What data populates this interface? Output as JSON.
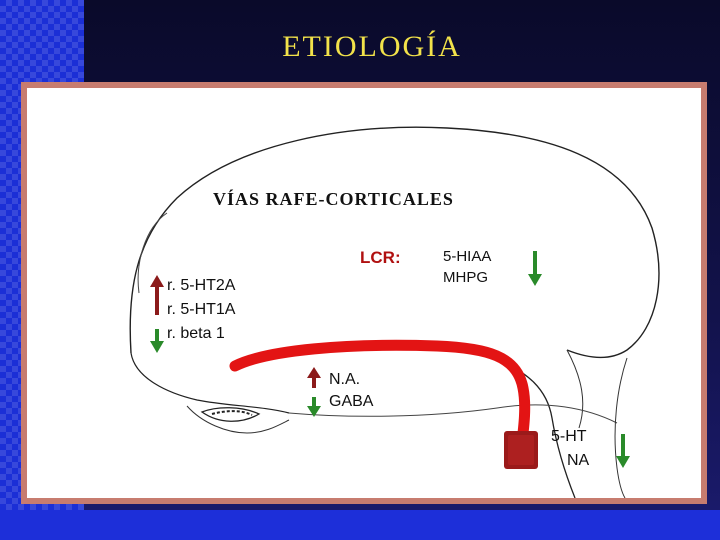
{
  "slide": {
    "title": "ETIOLOGÍA"
  },
  "figure": {
    "heading": "VÍAS RAFE-CORTICALES",
    "lcr_label": "LCR:",
    "lcr_items": [
      "5-HIAA",
      "MHPG"
    ],
    "receptor_items": [
      "r. 5-HT2A",
      "r. 5-HT1A",
      "r.  beta 1"
    ],
    "midbrain_items": [
      "N.A.",
      "GABA"
    ],
    "raphe_items": [
      "5-HT",
      "NA"
    ],
    "colors": {
      "pathway": "#e31414",
      "up_arrow": "#8b1a1a",
      "down_arrow": "#2a8a2a",
      "lcr_label": "#b01010",
      "title": "#f2e24a",
      "frame": "#c77c6f"
    },
    "icons": {
      "up": "up-arrow-icon",
      "down": "down-arrow-icon"
    }
  }
}
